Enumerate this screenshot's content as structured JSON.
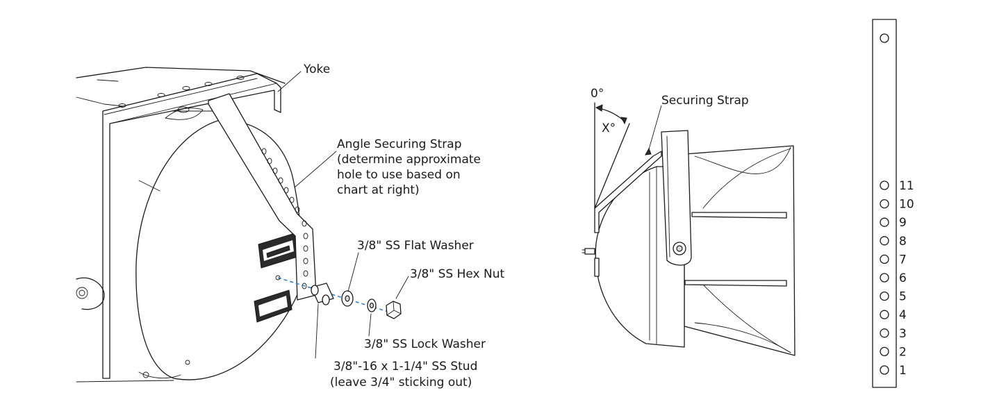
{
  "labels": {
    "yoke": "Yoke",
    "angle_strap_lines": [
      "Angle Securing Strap",
      "(determine approximate",
      "hole to use based on",
      "chart at right)"
    ],
    "flat_washer": "3/8\" SS Flat Washer",
    "hex_nut": "3/8\" SS Hex Nut",
    "lock_washer": "3/8\" SS Lock Washer",
    "stud_lines": [
      "3/8\"-16 x 1-1/4\" SS Stud",
      "(leave 3/4\" sticking out)"
    ],
    "securing_strap": "Securing Strap",
    "zero_deg": "0°",
    "x_deg": "X°"
  },
  "hole_chart": {
    "numbers": [
      "11",
      "10",
      "9",
      "8",
      "7",
      "6",
      "5",
      "4",
      "3",
      "2",
      "1"
    ]
  }
}
